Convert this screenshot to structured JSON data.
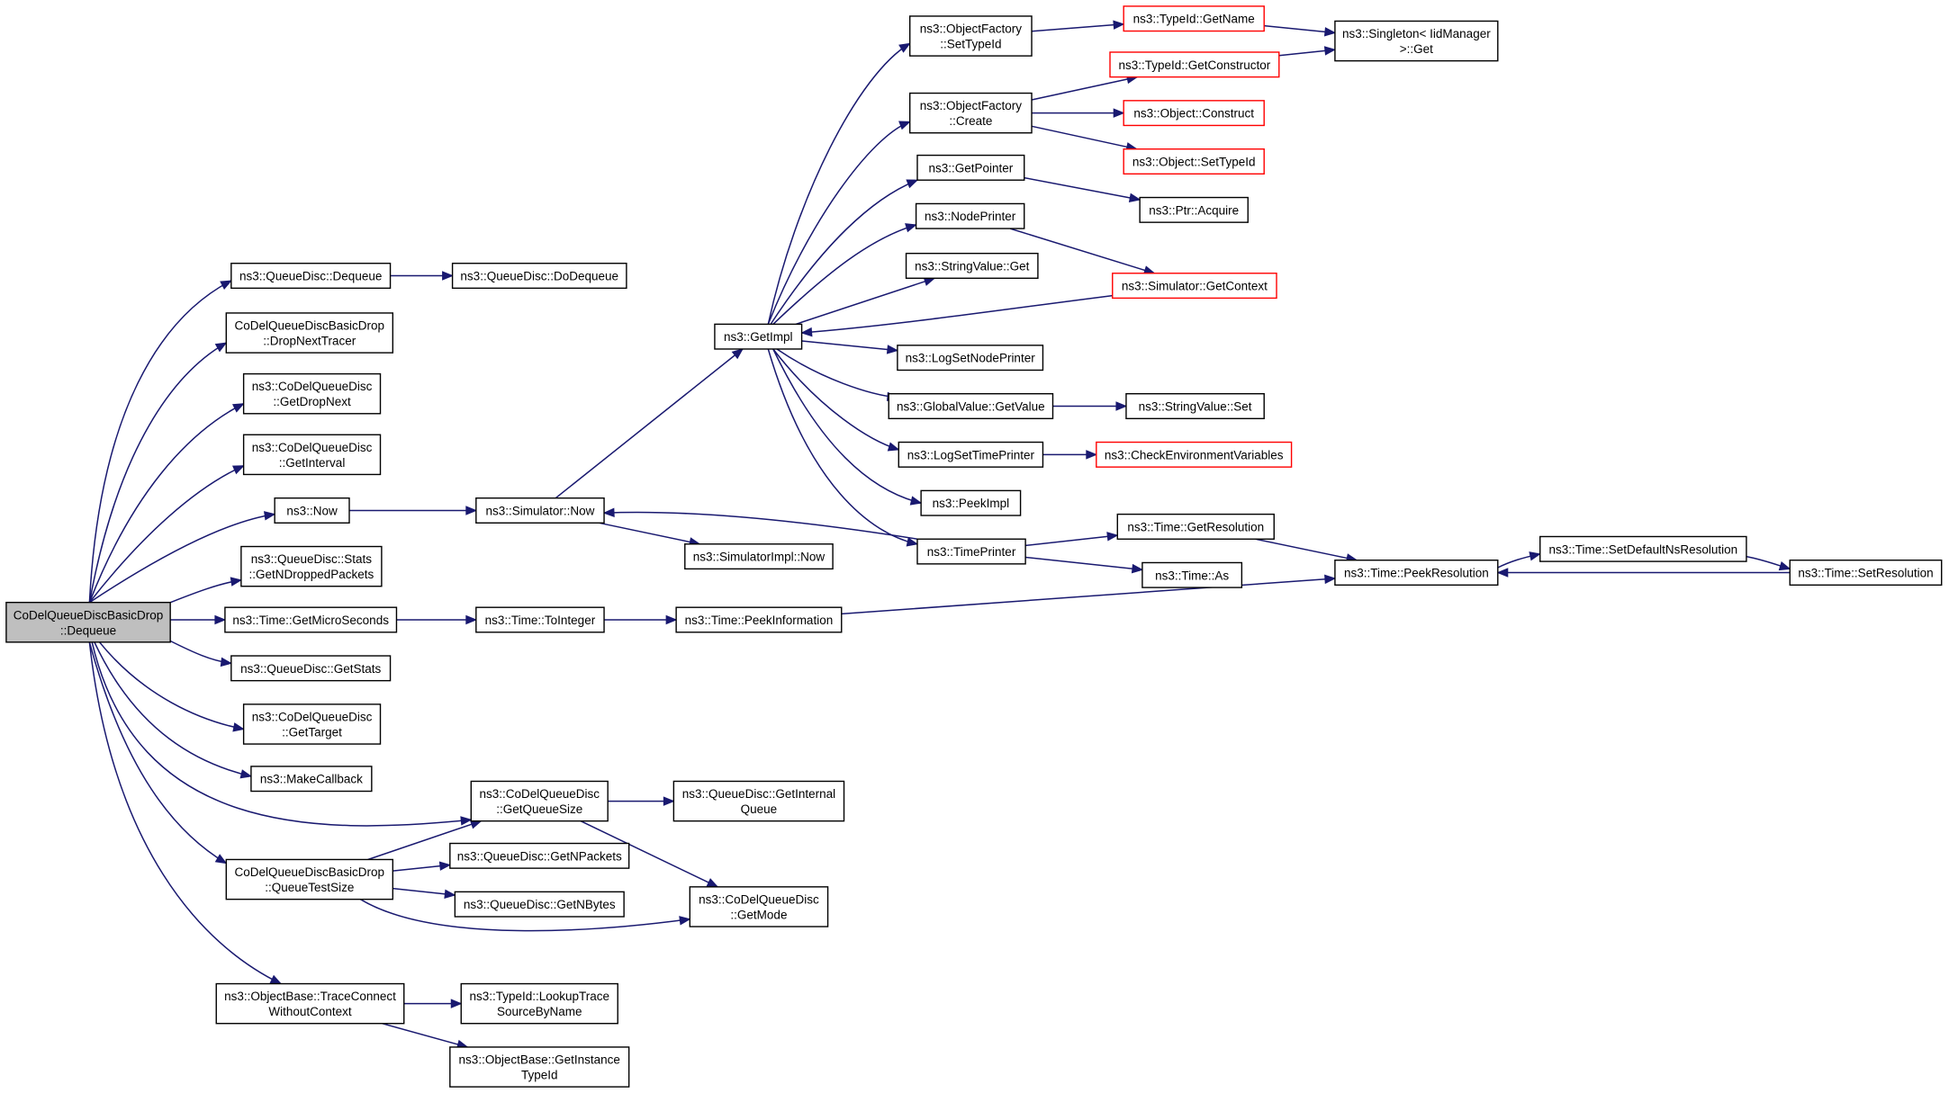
{
  "diagram": {
    "type": "call-graph",
    "colors": {
      "edge": "#191970",
      "node_border": "#000000",
      "truncated_border": "#ff0000",
      "root_fill": "#bfbfbf"
    },
    "nodes": [
      {
        "id": "root",
        "lines": [
          "CoDelQueueDiscBasicDrop",
          "::Dequeue"
        ],
        "style": "root"
      },
      {
        "id": "qd_dequeue",
        "lines": [
          "ns3::QueueDisc::Dequeue"
        ]
      },
      {
        "id": "qd_dodequeue",
        "lines": [
          "ns3::QueueDisc::DoDequeue"
        ]
      },
      {
        "id": "dropnexttracer",
        "lines": [
          "CoDelQueueDiscBasicDrop",
          "::DropNextTracer"
        ]
      },
      {
        "id": "getdropnext",
        "lines": [
          "ns3::CoDelQueueDisc",
          "::GetDropNext"
        ]
      },
      {
        "id": "getinterval",
        "lines": [
          "ns3::CoDelQueueDisc",
          "::GetInterval"
        ]
      },
      {
        "id": "now",
        "lines": [
          "ns3::Now"
        ]
      },
      {
        "id": "sim_now",
        "lines": [
          "ns3::Simulator::Now"
        ]
      },
      {
        "id": "simimpl_now",
        "lines": [
          "ns3::SimulatorImpl::Now"
        ]
      },
      {
        "id": "getndropped",
        "lines": [
          "ns3::QueueDisc::Stats",
          "::GetNDroppedPackets"
        ]
      },
      {
        "id": "getmicro",
        "lines": [
          "ns3::Time::GetMicroSeconds"
        ]
      },
      {
        "id": "tointeger",
        "lines": [
          "ns3::Time::ToInteger"
        ]
      },
      {
        "id": "peekinfo",
        "lines": [
          "ns3::Time::PeekInformation"
        ]
      },
      {
        "id": "getstats",
        "lines": [
          "ns3::QueueDisc::GetStats"
        ]
      },
      {
        "id": "gettarget",
        "lines": [
          "ns3::CoDelQueueDisc",
          "::GetTarget"
        ]
      },
      {
        "id": "makecallback",
        "lines": [
          "ns3::MakeCallback"
        ]
      },
      {
        "id": "getqueuesize",
        "lines": [
          "ns3::CoDelQueueDisc",
          "::GetQueueSize"
        ]
      },
      {
        "id": "getinternalqueue",
        "lines": [
          "ns3::QueueDisc::GetInternal",
          "Queue"
        ]
      },
      {
        "id": "queuetestsize",
        "lines": [
          "CoDelQueueDiscBasicDrop",
          "::QueueTestSize"
        ]
      },
      {
        "id": "getnpackets",
        "lines": [
          "ns3::QueueDisc::GetNPackets"
        ]
      },
      {
        "id": "getnbytes",
        "lines": [
          "ns3::QueueDisc::GetNBytes"
        ]
      },
      {
        "id": "getmode",
        "lines": [
          "ns3::CoDelQueueDisc",
          "::GetMode"
        ]
      },
      {
        "id": "traceconnect",
        "lines": [
          "ns3::ObjectBase::TraceConnect",
          "WithoutContext"
        ]
      },
      {
        "id": "lookuptrace",
        "lines": [
          "ns3::TypeId::LookupTrace",
          "SourceByName"
        ]
      },
      {
        "id": "getinstancetypeid",
        "lines": [
          "ns3::ObjectBase::GetInstance",
          "TypeId"
        ]
      },
      {
        "id": "getimpl",
        "lines": [
          "ns3::GetImpl"
        ]
      },
      {
        "id": "of_settypeid",
        "lines": [
          "ns3::ObjectFactory",
          "::SetTypeId"
        ]
      },
      {
        "id": "of_create",
        "lines": [
          "ns3::ObjectFactory",
          "::Create"
        ]
      },
      {
        "id": "getpointer",
        "lines": [
          "ns3::GetPointer"
        ]
      },
      {
        "id": "nodeprinter",
        "lines": [
          "ns3::NodePrinter"
        ]
      },
      {
        "id": "stringvalue_get",
        "lines": [
          "ns3::StringValue::Get"
        ]
      },
      {
        "id": "logsetnodeprinter",
        "lines": [
          "ns3::LogSetNodePrinter"
        ]
      },
      {
        "id": "globalvalue_getvalue",
        "lines": [
          "ns3::GlobalValue::GetValue"
        ]
      },
      {
        "id": "logsettimeprinter",
        "lines": [
          "ns3::LogSetTimePrinter"
        ]
      },
      {
        "id": "peekimpl",
        "lines": [
          "ns3::PeekImpl"
        ]
      },
      {
        "id": "timeprinter",
        "lines": [
          "ns3::TimePrinter"
        ]
      },
      {
        "id": "typeid_getname",
        "lines": [
          "ns3::TypeId::GetName"
        ],
        "style": "red"
      },
      {
        "id": "typeid_getconstructor",
        "lines": [
          "ns3::TypeId::GetConstructor"
        ],
        "style": "red"
      },
      {
        "id": "object_construct",
        "lines": [
          "ns3::Object::Construct"
        ],
        "style": "red"
      },
      {
        "id": "object_settypeid",
        "lines": [
          "ns3::Object::SetTypeId"
        ],
        "style": "red"
      },
      {
        "id": "ptr_acquire",
        "lines": [
          "ns3::Ptr::Acquire"
        ]
      },
      {
        "id": "sim_getcontext",
        "lines": [
          "ns3::Simulator::GetContext"
        ],
        "style": "red"
      },
      {
        "id": "stringvalue_set",
        "lines": [
          "ns3::StringValue::Set"
        ]
      },
      {
        "id": "checkenv",
        "lines": [
          "ns3::CheckEnvironmentVariables"
        ],
        "style": "red"
      },
      {
        "id": "time_getresolution",
        "lines": [
          "ns3::Time::GetResolution"
        ]
      },
      {
        "id": "time_as",
        "lines": [
          "ns3::Time::As"
        ]
      },
      {
        "id": "singleton_get",
        "lines": [
          "ns3::Singleton< IidManager",
          ">::Get"
        ]
      },
      {
        "id": "peekresolution",
        "lines": [
          "ns3::Time::PeekResolution"
        ]
      },
      {
        "id": "setdefaultns",
        "lines": [
          "ns3::Time::SetDefaultNsResolution"
        ]
      },
      {
        "id": "setresolution",
        "lines": [
          "ns3::Time::SetResolution"
        ]
      }
    ],
    "edges": [
      {
        "from": "root",
        "to": "qd_dequeue"
      },
      {
        "from": "root",
        "to": "dropnexttracer"
      },
      {
        "from": "root",
        "to": "getdropnext"
      },
      {
        "from": "root",
        "to": "getinterval"
      },
      {
        "from": "root",
        "to": "now"
      },
      {
        "from": "root",
        "to": "getndropped"
      },
      {
        "from": "root",
        "to": "getmicro"
      },
      {
        "from": "root",
        "to": "getstats"
      },
      {
        "from": "root",
        "to": "gettarget"
      },
      {
        "from": "root",
        "to": "makecallback"
      },
      {
        "from": "root",
        "to": "getqueuesize"
      },
      {
        "from": "root",
        "to": "queuetestsize"
      },
      {
        "from": "root",
        "to": "traceconnect"
      },
      {
        "from": "qd_dequeue",
        "to": "qd_dodequeue"
      },
      {
        "from": "now",
        "to": "sim_now"
      },
      {
        "from": "sim_now",
        "to": "getimpl"
      },
      {
        "from": "sim_now",
        "to": "simimpl_now"
      },
      {
        "from": "getmicro",
        "to": "tointeger"
      },
      {
        "from": "tointeger",
        "to": "peekinfo"
      },
      {
        "from": "peekinfo",
        "to": "peekresolution"
      },
      {
        "from": "queuetestsize",
        "to": "getqueuesize"
      },
      {
        "from": "queuetestsize",
        "to": "getnpackets"
      },
      {
        "from": "queuetestsize",
        "to": "getnbytes"
      },
      {
        "from": "queuetestsize",
        "to": "getmode"
      },
      {
        "from": "getqueuesize",
        "to": "getinternalqueue"
      },
      {
        "from": "getqueuesize",
        "to": "getmode"
      },
      {
        "from": "traceconnect",
        "to": "lookuptrace"
      },
      {
        "from": "traceconnect",
        "to": "getinstancetypeid"
      },
      {
        "from": "getimpl",
        "to": "of_settypeid"
      },
      {
        "from": "getimpl",
        "to": "of_create"
      },
      {
        "from": "getimpl",
        "to": "getpointer"
      },
      {
        "from": "getimpl",
        "to": "nodeprinter"
      },
      {
        "from": "getimpl",
        "to": "stringvalue_get"
      },
      {
        "from": "getimpl",
        "to": "logsetnodeprinter"
      },
      {
        "from": "getimpl",
        "to": "globalvalue_getvalue"
      },
      {
        "from": "getimpl",
        "to": "logsettimeprinter"
      },
      {
        "from": "getimpl",
        "to": "peekimpl"
      },
      {
        "from": "getimpl",
        "to": "timeprinter"
      },
      {
        "from": "sim_getcontext",
        "to": "getimpl"
      },
      {
        "from": "of_settypeid",
        "to": "typeid_getname"
      },
      {
        "from": "of_create",
        "to": "typeid_getconstructor"
      },
      {
        "from": "of_create",
        "to": "object_construct"
      },
      {
        "from": "of_create",
        "to": "object_settypeid"
      },
      {
        "from": "typeid_getname",
        "to": "singleton_get"
      },
      {
        "from": "typeid_getconstructor",
        "to": "singleton_get"
      },
      {
        "from": "getpointer",
        "to": "ptr_acquire"
      },
      {
        "from": "nodeprinter",
        "to": "sim_getcontext"
      },
      {
        "from": "globalvalue_getvalue",
        "to": "stringvalue_set"
      },
      {
        "from": "logsettimeprinter",
        "to": "checkenv"
      },
      {
        "from": "timeprinter",
        "to": "sim_now"
      },
      {
        "from": "timeprinter",
        "to": "time_getresolution"
      },
      {
        "from": "timeprinter",
        "to": "time_as"
      },
      {
        "from": "time_getresolution",
        "to": "peekresolution"
      },
      {
        "from": "peekresolution",
        "to": "setdefaultns"
      },
      {
        "from": "setdefaultns",
        "to": "setresolution"
      },
      {
        "from": "setresolution",
        "to": "peekresolution"
      }
    ]
  }
}
